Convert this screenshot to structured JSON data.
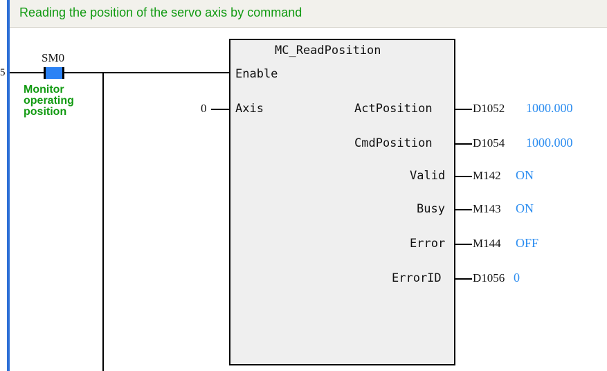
{
  "comment": "Reading the position of the servo axis by command",
  "rung_number_fragment": "5",
  "contact": {
    "address": "SM0",
    "comment_lines": [
      "Monitor",
      "operating",
      "position"
    ]
  },
  "function_block": {
    "name": "MC_ReadPosition",
    "inputs": [
      {
        "pin": "Enable",
        "value": ""
      },
      {
        "pin": "Axis",
        "value": "0"
      }
    ],
    "outputs": [
      {
        "pin": "ActPosition",
        "address": "D1052",
        "value": "1000.000"
      },
      {
        "pin": "CmdPosition",
        "address": "D1054",
        "value": "1000.000"
      },
      {
        "pin": "Valid",
        "address": "M142",
        "value": "ON"
      },
      {
        "pin": "Busy",
        "address": "M143",
        "value": "ON"
      },
      {
        "pin": "Error",
        "address": "M144",
        "value": "OFF"
      },
      {
        "pin": "ErrorID",
        "address": "D1056",
        "value": "0"
      }
    ]
  },
  "colors": {
    "comment_text": "#119a11",
    "monitor_value": "#2c8df0",
    "contact_on": "#2b82f5",
    "rail": "#2d6fd6"
  }
}
